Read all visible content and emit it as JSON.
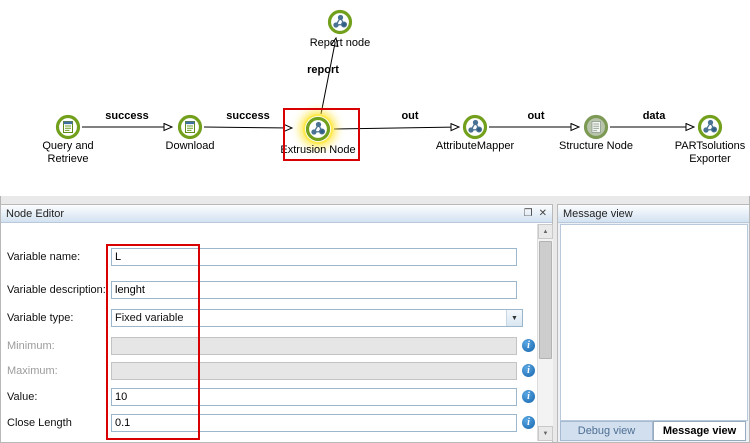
{
  "canvas": {
    "nodes": [
      {
        "label": "Report node"
      },
      {
        "label": "Query and Retrieve"
      },
      {
        "label": "Download"
      },
      {
        "label": "Extrusion Node"
      },
      {
        "label": "AttributeMapper"
      },
      {
        "label": "Structure Node"
      },
      {
        "label": "PARTsolutions Exporter"
      }
    ],
    "edges": [
      {
        "label": "success"
      },
      {
        "label": "success"
      },
      {
        "label": "out"
      },
      {
        "label": "out"
      },
      {
        "label": "data"
      },
      {
        "label": "report"
      }
    ],
    "annotation_color": "#d80000"
  },
  "node_editor": {
    "title": "Node Editor",
    "window_icons": {
      "float": "❐",
      "close": "✕"
    },
    "fields": [
      {
        "label": "Variable name:",
        "value": "L"
      },
      {
        "label": "Variable description:",
        "value": "lenght"
      },
      {
        "label": "Variable type:",
        "value": "Fixed variable"
      },
      {
        "label": "Minimum:",
        "value": ""
      },
      {
        "label": "Maximum:",
        "value": ""
      },
      {
        "label": "Value:",
        "value": "10"
      },
      {
        "label": "Close Length",
        "value": "0.1"
      }
    ],
    "dropdown_glyph": "▼",
    "info_icon_glyph": "i",
    "scrollbar": {
      "up": "▲",
      "down": "▼"
    }
  },
  "message_view": {
    "title": "Message view",
    "tabs": [
      {
        "label": "Debug view"
      },
      {
        "label": "Message view"
      }
    ]
  }
}
